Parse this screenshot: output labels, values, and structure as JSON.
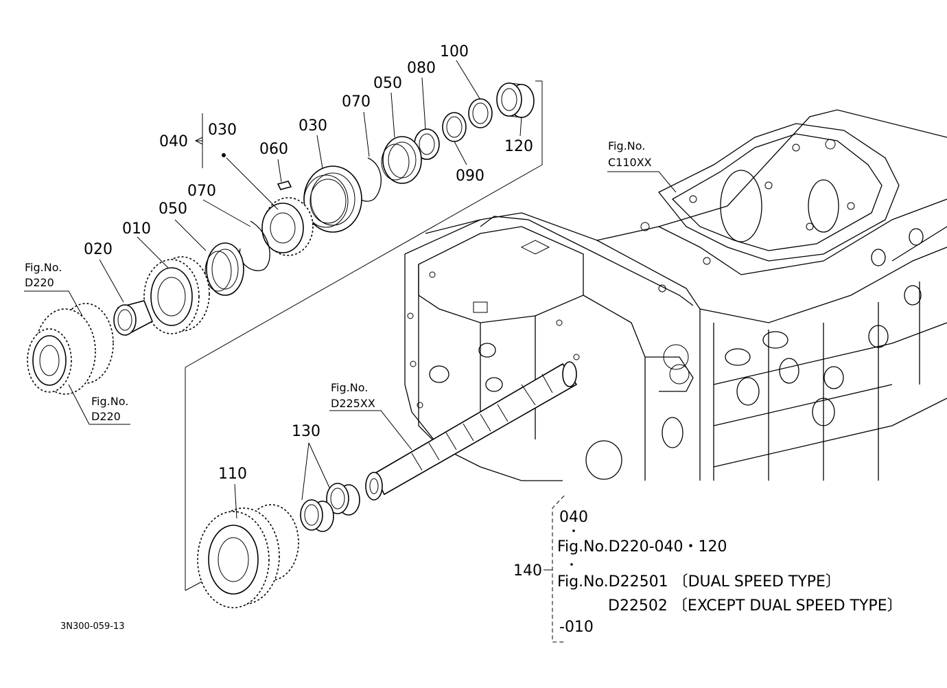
{
  "labels": {
    "p040": "040",
    "p030a": "030",
    "p060": "060",
    "p030b": "030",
    "p070a": "070",
    "p050a": "050",
    "p080": "080",
    "p100": "100",
    "p120": "120",
    "p090": "090",
    "p070b": "070",
    "p050b": "050",
    "p010": "010",
    "p020": "020",
    "p130": "130",
    "p110": "110",
    "p140": "140"
  },
  "fig_refs": {
    "d220_top_a": "Fig.No.",
    "d220_top_b": "D220",
    "d220_bot_a": "Fig.No.",
    "d220_bot_b": "D220",
    "c110_a": "Fig.No.",
    "c110_b": "C110XX",
    "d225_a": "Fig.No.",
    "d225_b": "D225XX"
  },
  "note": {
    "l1": "040",
    "l2": "Fig.No.D220-040・120",
    "l3": "Fig.No.D22501 〔DUAL SPEED TYPE〕",
    "l4": "D22502 〔EXCEPT DUAL SPEED TYPE〕",
    "l5": "-010"
  },
  "drawing_code": "3N300-059-13"
}
